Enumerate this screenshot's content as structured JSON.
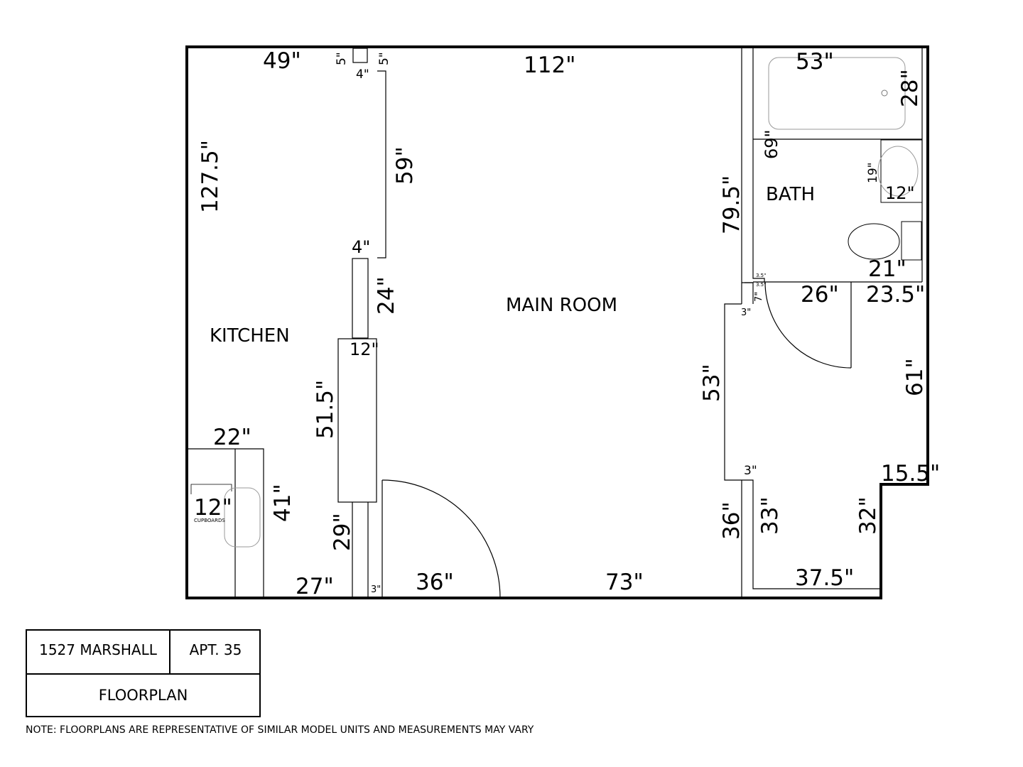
{
  "rooms": {
    "kitchen": "KITCHEN",
    "main_room": "MAIN ROOM",
    "bath": "BATH"
  },
  "dimensions": {
    "top_left_49": "49\"",
    "top_5_a": "5\"",
    "top_5_b": "5\"",
    "top_4": "4\"",
    "top_112": "112\"",
    "top_bath_53": "53\"",
    "tub_28": "28\"",
    "bath_69": "69\"",
    "sink_19": "19\"",
    "sink_12": "12\"",
    "left_127_5": "127.5\"",
    "wall_59": "59\"",
    "wall_4": "4\"",
    "wall_24": "24\"",
    "column_12": "12\"",
    "column_51_5": "51.5\"",
    "bath_79_5": "79.5\"",
    "toilet_21": "21\"",
    "closet_3_5_a": "3.5\"",
    "closet_3_5_b": "3.5\"",
    "closet_7": "7\"",
    "closet_3": "3\"",
    "bath_door_26": "26\"",
    "bath_23_5": "23.5\"",
    "right_61": "61\"",
    "right_53": "53\"",
    "kitchen_22": "22\"",
    "kitchen_41": "41\"",
    "cupboard_12": "12\"",
    "cupboards_label": "CUPBOARDS",
    "lower_3": "3\"",
    "right_15_5": "15.5\"",
    "lower_29": "29\"",
    "lower_36_right": "36\"",
    "lower_33": "33\"",
    "lower_32": "32\"",
    "bottom_27": "27\"",
    "bottom_3": "3\"",
    "bottom_36": "36\"",
    "bottom_73": "73\"",
    "bottom_37_5": "37.5\""
  },
  "title_block": {
    "address": "1527 MARSHALL",
    "unit": "APT. 35",
    "subtitle": "FLOORPLAN"
  },
  "note": "NOTE: FLOORPLANS ARE REPRESENTATIVE OF SIMILAR MODEL UNITS AND MEASUREMENTS MAY VARY"
}
